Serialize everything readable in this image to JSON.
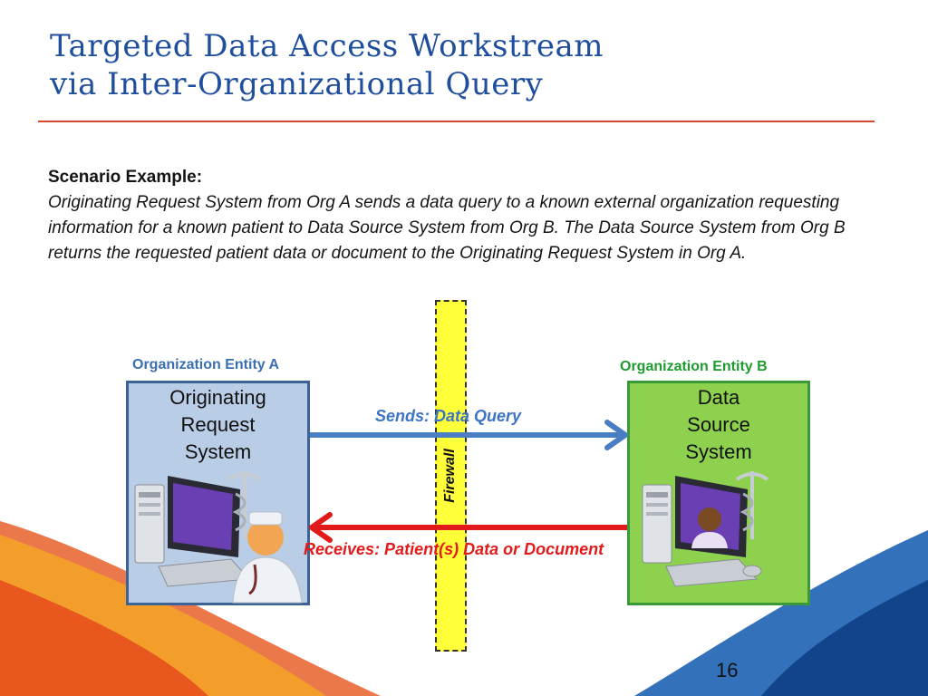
{
  "slide": {
    "title_line1": "Targeted Data Access Workstream",
    "title_line2": "via Inter-Organizational Query",
    "page_number": "16"
  },
  "scenario": {
    "heading": "Scenario Example:",
    "text": "Originating Request System from Org A sends a data query to a known external organization requesting information for a known patient to Data Source System from Org B. The Data Source System from Org B returns the requested patient data or document to the Originating Request System in Org A."
  },
  "diagram": {
    "entity_a": {
      "label": "Organization Entity A",
      "system_lines": [
        "Originating",
        "Request",
        "System"
      ],
      "fill": "#b9cde6",
      "border": "#3b6396",
      "label_color": "#3a6fb2"
    },
    "entity_b": {
      "label": "Organization Entity B",
      "system_lines": [
        "Data",
        "Source",
        "System"
      ],
      "fill": "#8ed14f",
      "border": "#3a9a3a",
      "label_color": "#1e9b2e"
    },
    "firewall_label": "Firewall",
    "send_label": "Sends: Data Query",
    "receive_label": "Receives: Patient(s) Data or Document",
    "send_color": "#4a7ec4",
    "receive_color": "#e21a1a",
    "firewall_color": "#ffff3a"
  },
  "icons": {
    "computer_a": "doctor-workstation-icon",
    "computer_b": "patient-workstation-icon",
    "caduceus": "caduceus-icon"
  }
}
